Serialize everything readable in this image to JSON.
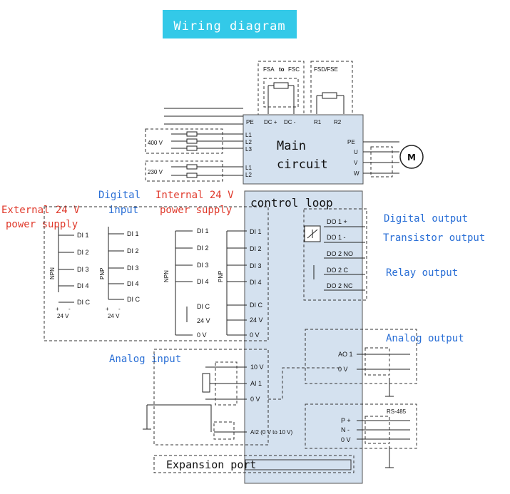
{
  "title": "Wiring diagram",
  "colors": {
    "banner": "#33c9e8",
    "panel": "#d4e1ef",
    "blue_label": "#2a6fd6",
    "red_label": "#e03a2c"
  },
  "main_circuit": {
    "label_line1": "Main",
    "label_line2": "circuit"
  },
  "control_loop": {
    "label": "control loop"
  },
  "brake_options": {
    "fsa": "FSA",
    "to": "to",
    "fsc": "FSC",
    "fsd": "FSD/FSE"
  },
  "dc_terminals": [
    "DC +",
    "DC -",
    "R1",
    "R2"
  ],
  "power": {
    "pe_label": "PE",
    "v400": "400 V",
    "v230": "230 V",
    "l3_terms": [
      "L1",
      "L2",
      "L3"
    ],
    "l2_terms": [
      "L1",
      "L2"
    ]
  },
  "motor": {
    "terms": [
      "PE",
      "U",
      "V",
      "W"
    ],
    "symbol": "M"
  },
  "labels": {
    "external_24v_line1": "External 24 V",
    "external_24v_line2": "power supply",
    "digital_input_line1": "Digital",
    "digital_input_line2": "input",
    "internal_24v_line1": "Internal 24 V",
    "internal_24v_line2": "power supply",
    "digital_output": "Digital output",
    "transistor_output": "Transistor output",
    "relay_output": "Relay output",
    "analog_output": "Analog output",
    "analog_input": "Analog input",
    "expansion_port": "Expansion port"
  },
  "digital_inputs": {
    "di_terms": [
      "DI 1",
      "DI 2",
      "DI 3",
      "DI 4"
    ],
    "dic": "DI C",
    "v24": "24 V",
    "v0": "0 V",
    "npn": "NPN",
    "pnp": "PNP",
    "plus": "+",
    "minus": "-"
  },
  "digital_outputs": {
    "terms": [
      "DO 1 +",
      "DO 1 -",
      "DO 2 NO",
      "DO 2 C",
      "DO 2 NC"
    ]
  },
  "analog": {
    "ao_terms": [
      "AO 1",
      "0 V"
    ],
    "ai_terms": [
      "10 V",
      "AI 1",
      "0 V"
    ],
    "ai2": "AI2 (0 V to 10 V)"
  },
  "rs485": {
    "label": "RS-485",
    "terms": [
      "P +",
      "N -",
      "0 V"
    ]
  }
}
